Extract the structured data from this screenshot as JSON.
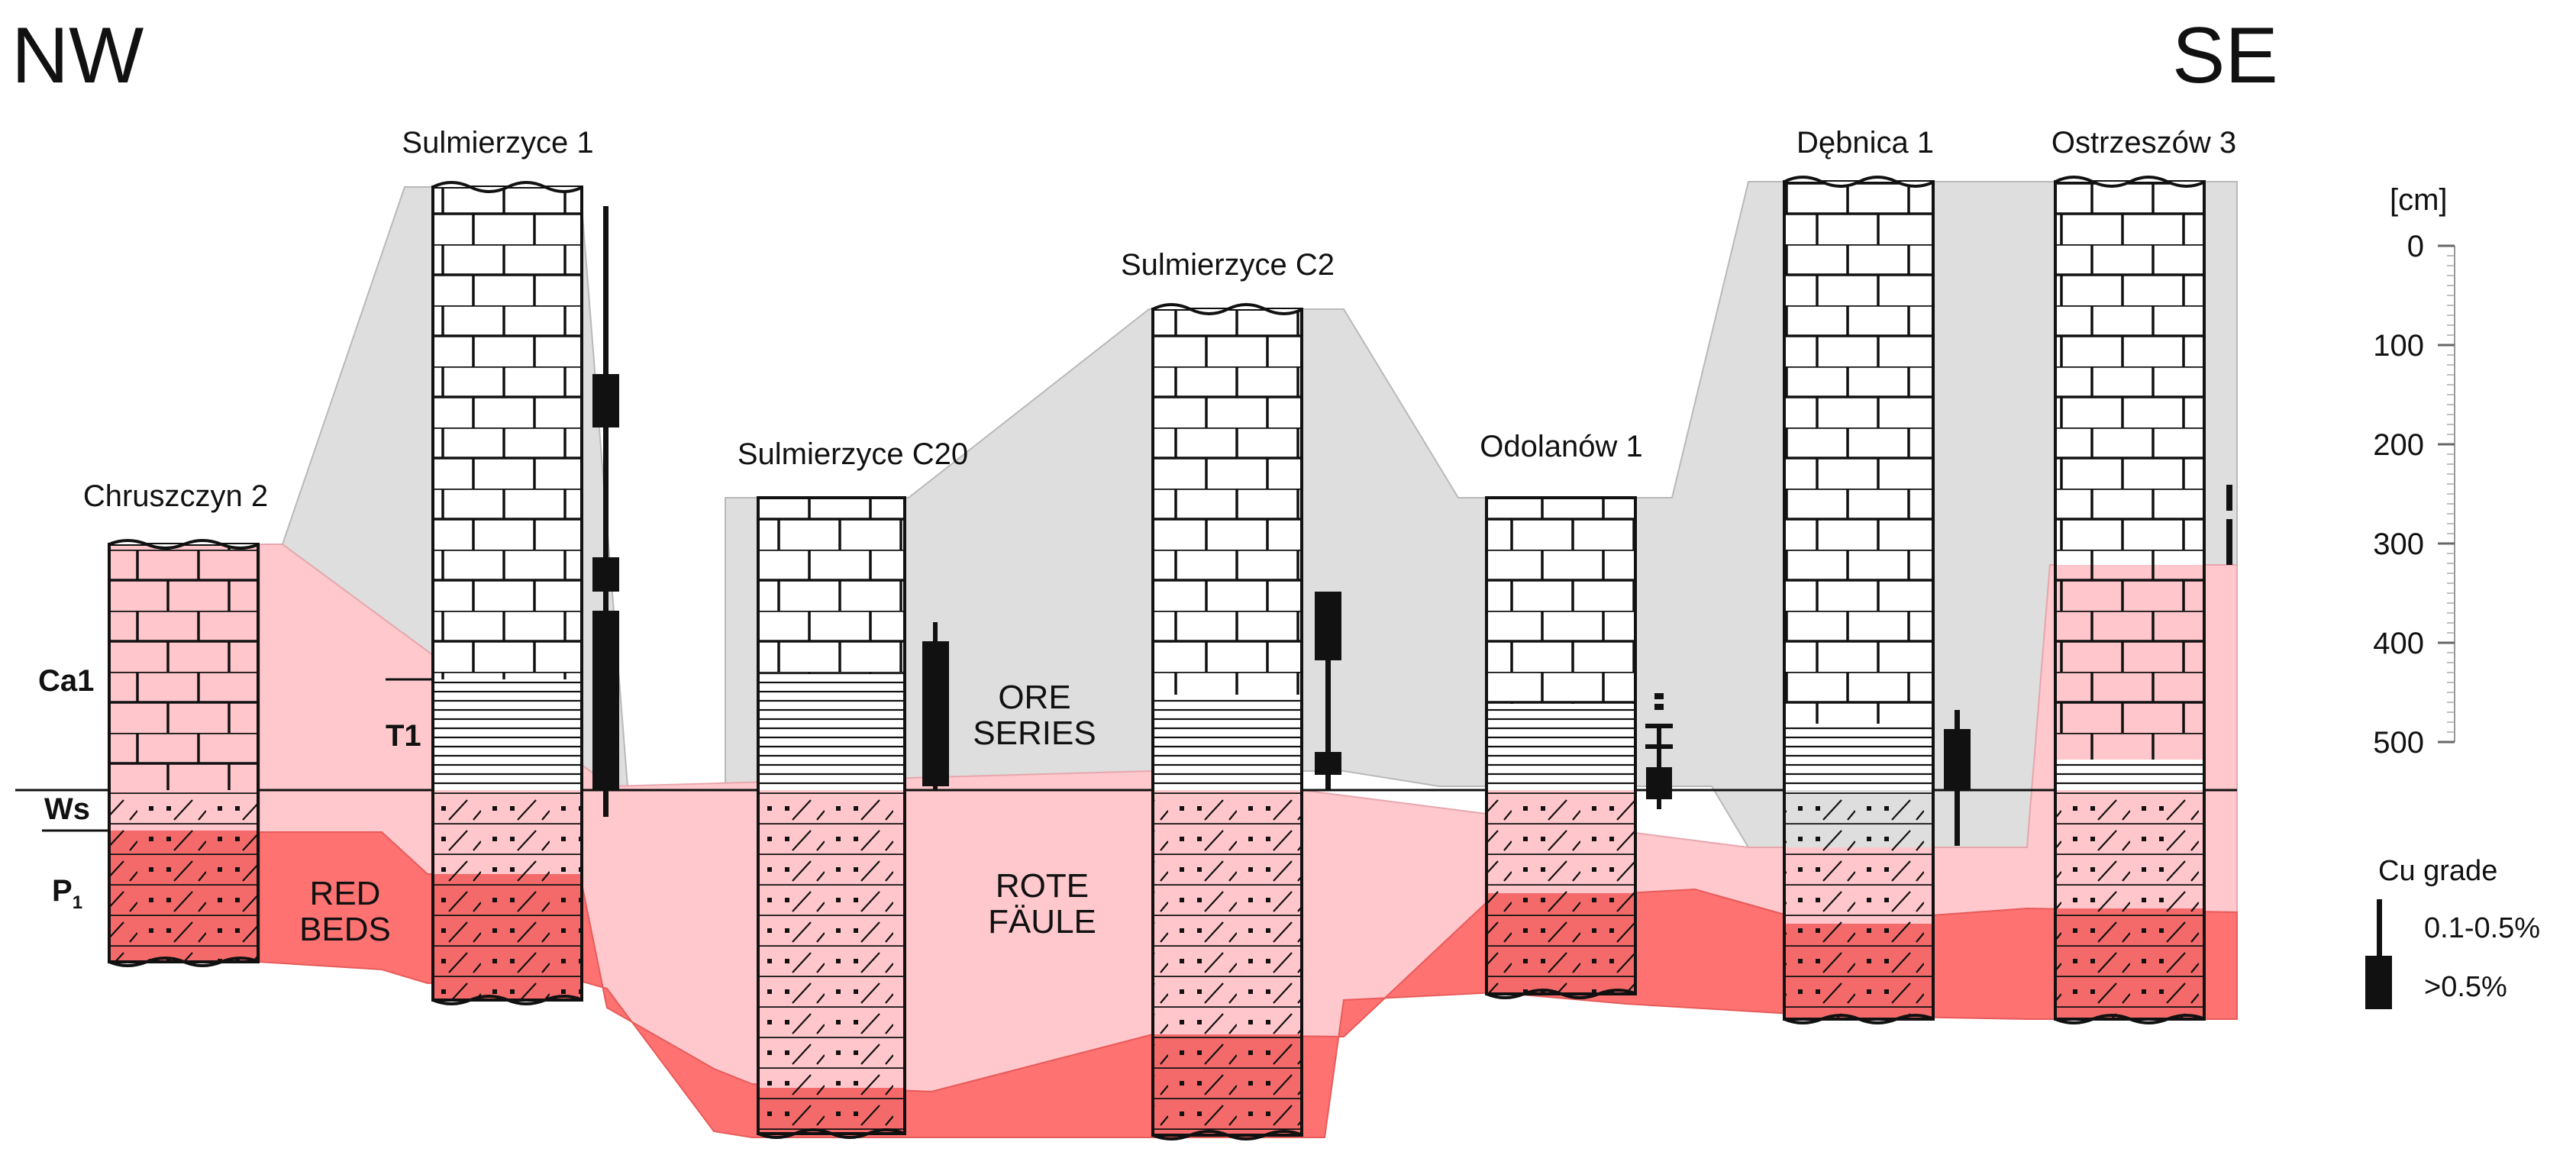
{
  "direction": {
    "left": "NW",
    "right": "SE"
  },
  "wells": [
    {
      "name": "Chruszczyn 2"
    },
    {
      "name": "Sulmierzyce 1"
    },
    {
      "name": "Sulmierzyce C20"
    },
    {
      "name": "Sulmierzyce C2"
    },
    {
      "name": "Odolanów 1"
    },
    {
      "name": "Dębnica 1"
    },
    {
      "name": "Ostrzeszów 3"
    }
  ],
  "units": {
    "ca1": "Ca1",
    "t1": "T1",
    "ws": "Ws",
    "p1": "P",
    "p1_sub": "1"
  },
  "annotations": {
    "ore_series_1": "ORE",
    "ore_series_2": "SERIES",
    "rote_faule_1": "ROTE",
    "rote_faule_2": "FÄULE",
    "red_beds_1": "RED",
    "red_beds_2": "BEDS"
  },
  "scale": {
    "unit_label": "[cm]",
    "ticks": [
      "0",
      "100",
      "200",
      "300",
      "400",
      "500"
    ]
  },
  "legend": {
    "title": "Cu grade",
    "low": "0.1-0.5%",
    "high": ">0.5%"
  },
  "colors": {
    "grey_zone": "#dedede",
    "rote_faule": "#ffc8cc",
    "red_beds": "#ff7272",
    "column_pink": "#ffc6cb",
    "column_red": "#f46a6a",
    "ink": "#111111"
  }
}
